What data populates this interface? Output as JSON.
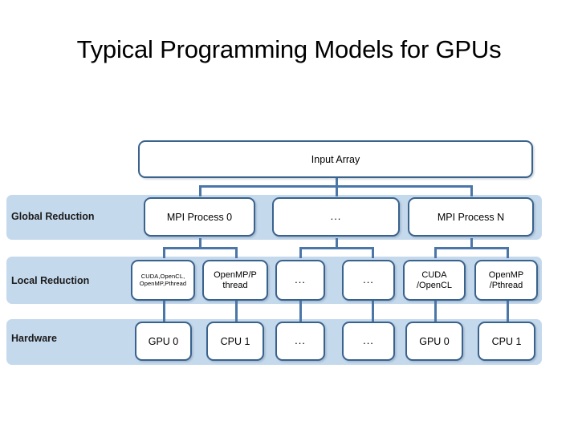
{
  "slide": {
    "title": "Typical Programming Models for GPUs",
    "background": "#ffffff"
  },
  "colors": {
    "band": "#c5d9ed",
    "box_border": "#39628c",
    "box_fill": "#ffffff",
    "connector": "#4a77a8",
    "text": "#000000"
  },
  "diagram": {
    "root": {
      "label": "Input Array"
    },
    "bands": [
      {
        "label": "Global Reduction"
      },
      {
        "label": "Local Reduction"
      },
      {
        "label": "Hardware"
      }
    ],
    "global_reduction": [
      {
        "label": "MPI Process 0"
      },
      {
        "label": "..."
      },
      {
        "label": "MPI Process N"
      }
    ],
    "local_reduction": [
      {
        "label": "CUDA,OpenCL, OpenMP,Pthread"
      },
      {
        "label": "OpenMP/P thread"
      },
      {
        "label": "..."
      },
      {
        "label": "..."
      },
      {
        "label": "CUDA /OpenCL"
      },
      {
        "label": "OpenMP /Pthread"
      }
    ],
    "hardware": [
      {
        "label": "GPU 0"
      },
      {
        "label": "CPU 1"
      },
      {
        "label": "..."
      },
      {
        "label": "..."
      },
      {
        "label": "GPU 0"
      },
      {
        "label": "CPU 1"
      }
    ]
  }
}
